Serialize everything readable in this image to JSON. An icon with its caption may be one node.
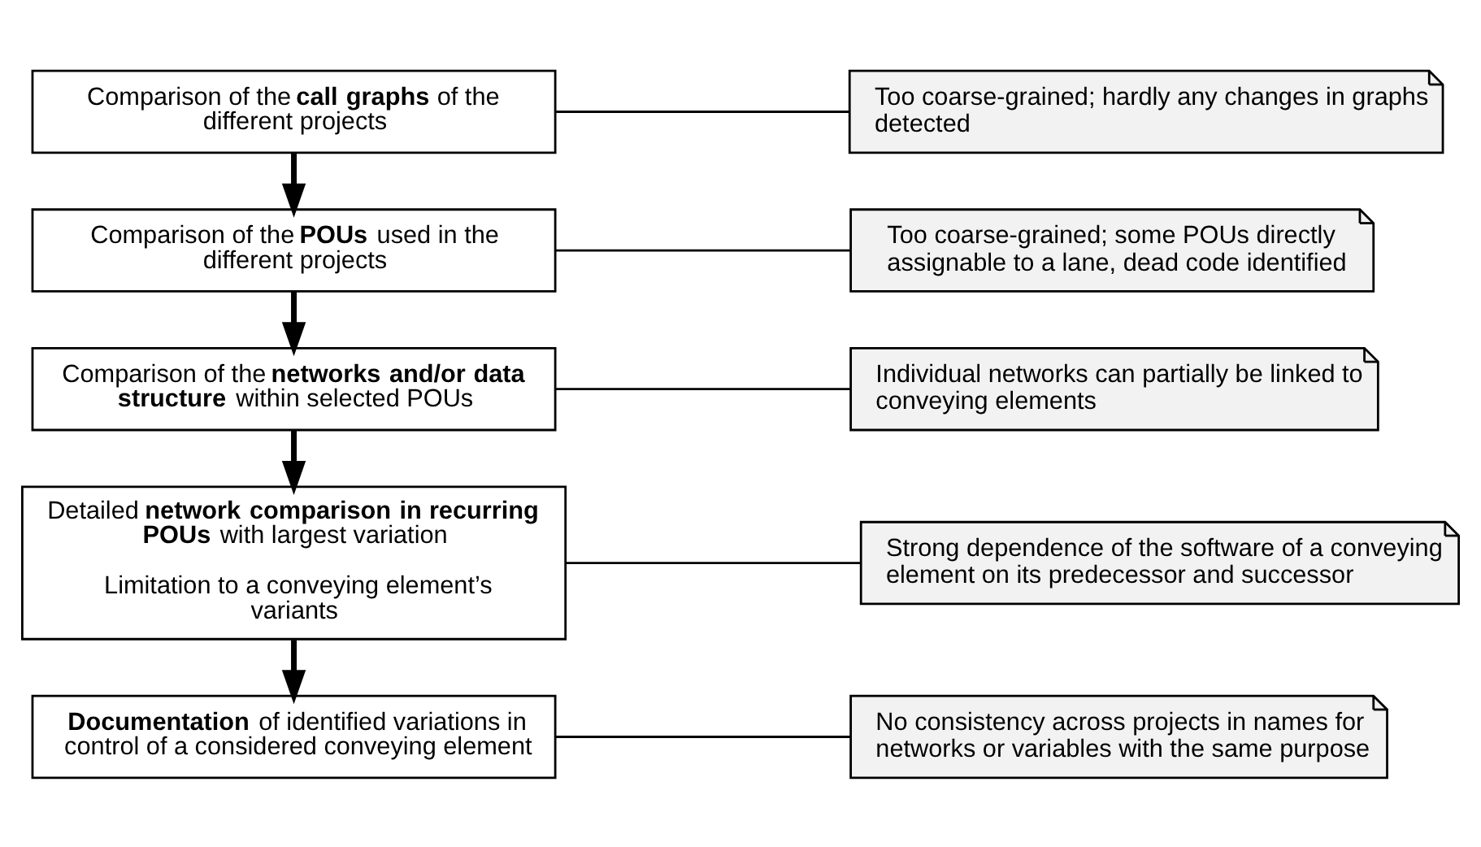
{
  "diagram": {
    "nodes": [
      {
        "text": [
          "Comparison of the **call graphs** of the different projects"
        ]
      },
      {
        "text": [
          "Comparison of the **POUs** used in the different projects"
        ]
      },
      {
        "text": [
          "Comparison of the **networks and/or data structure** within selected POUs"
        ]
      },
      {
        "text": [
          "Detailed **network comparison in recurring POUs** with largest variation",
          "Limitation to a conveying element’s variants"
        ]
      },
      {
        "text": [
          "**Documentation** of identified variations in control of a considered conveying element"
        ]
      },
      {
        "text": [
          "Too coarse-grained; hardly any changes in graphs detected"
        ]
      },
      {
        "text": [
          "Too coarse-grained; some POUs directly assignable to a lane, dead code identified"
        ]
      },
      {
        "text": [
          "Individual networks can partially be linked to conveying elements"
        ]
      },
      {
        "text": [
          "Strong dependence of the software of a conveying element on its predecessor and successor"
        ]
      },
      {
        "text": [
          "No consistency across projects in names for networks or variables with the same purpose"
        ]
      }
    ],
    "edges": [
      {
        "from": 0,
        "to": 1,
        "arrow": "to",
        "style": "thick"
      },
      {
        "from": 1,
        "to": 2,
        "arrow": "to",
        "style": "thick"
      },
      {
        "from": 2,
        "to": 3,
        "arrow": "to",
        "style": "thick"
      },
      {
        "from": 3,
        "to": 4,
        "arrow": "to",
        "style": "thick"
      },
      {
        "from": 0,
        "to": 5,
        "arrow": "none"
      },
      {
        "from": 1,
        "to": 6,
        "arrow": "none"
      },
      {
        "from": 2,
        "to": 7,
        "arrow": "none"
      },
      {
        "from": 3,
        "to": 8,
        "arrow": "none"
      },
      {
        "from": 4,
        "to": 9,
        "arrow": "none"
      }
    ]
  }
}
